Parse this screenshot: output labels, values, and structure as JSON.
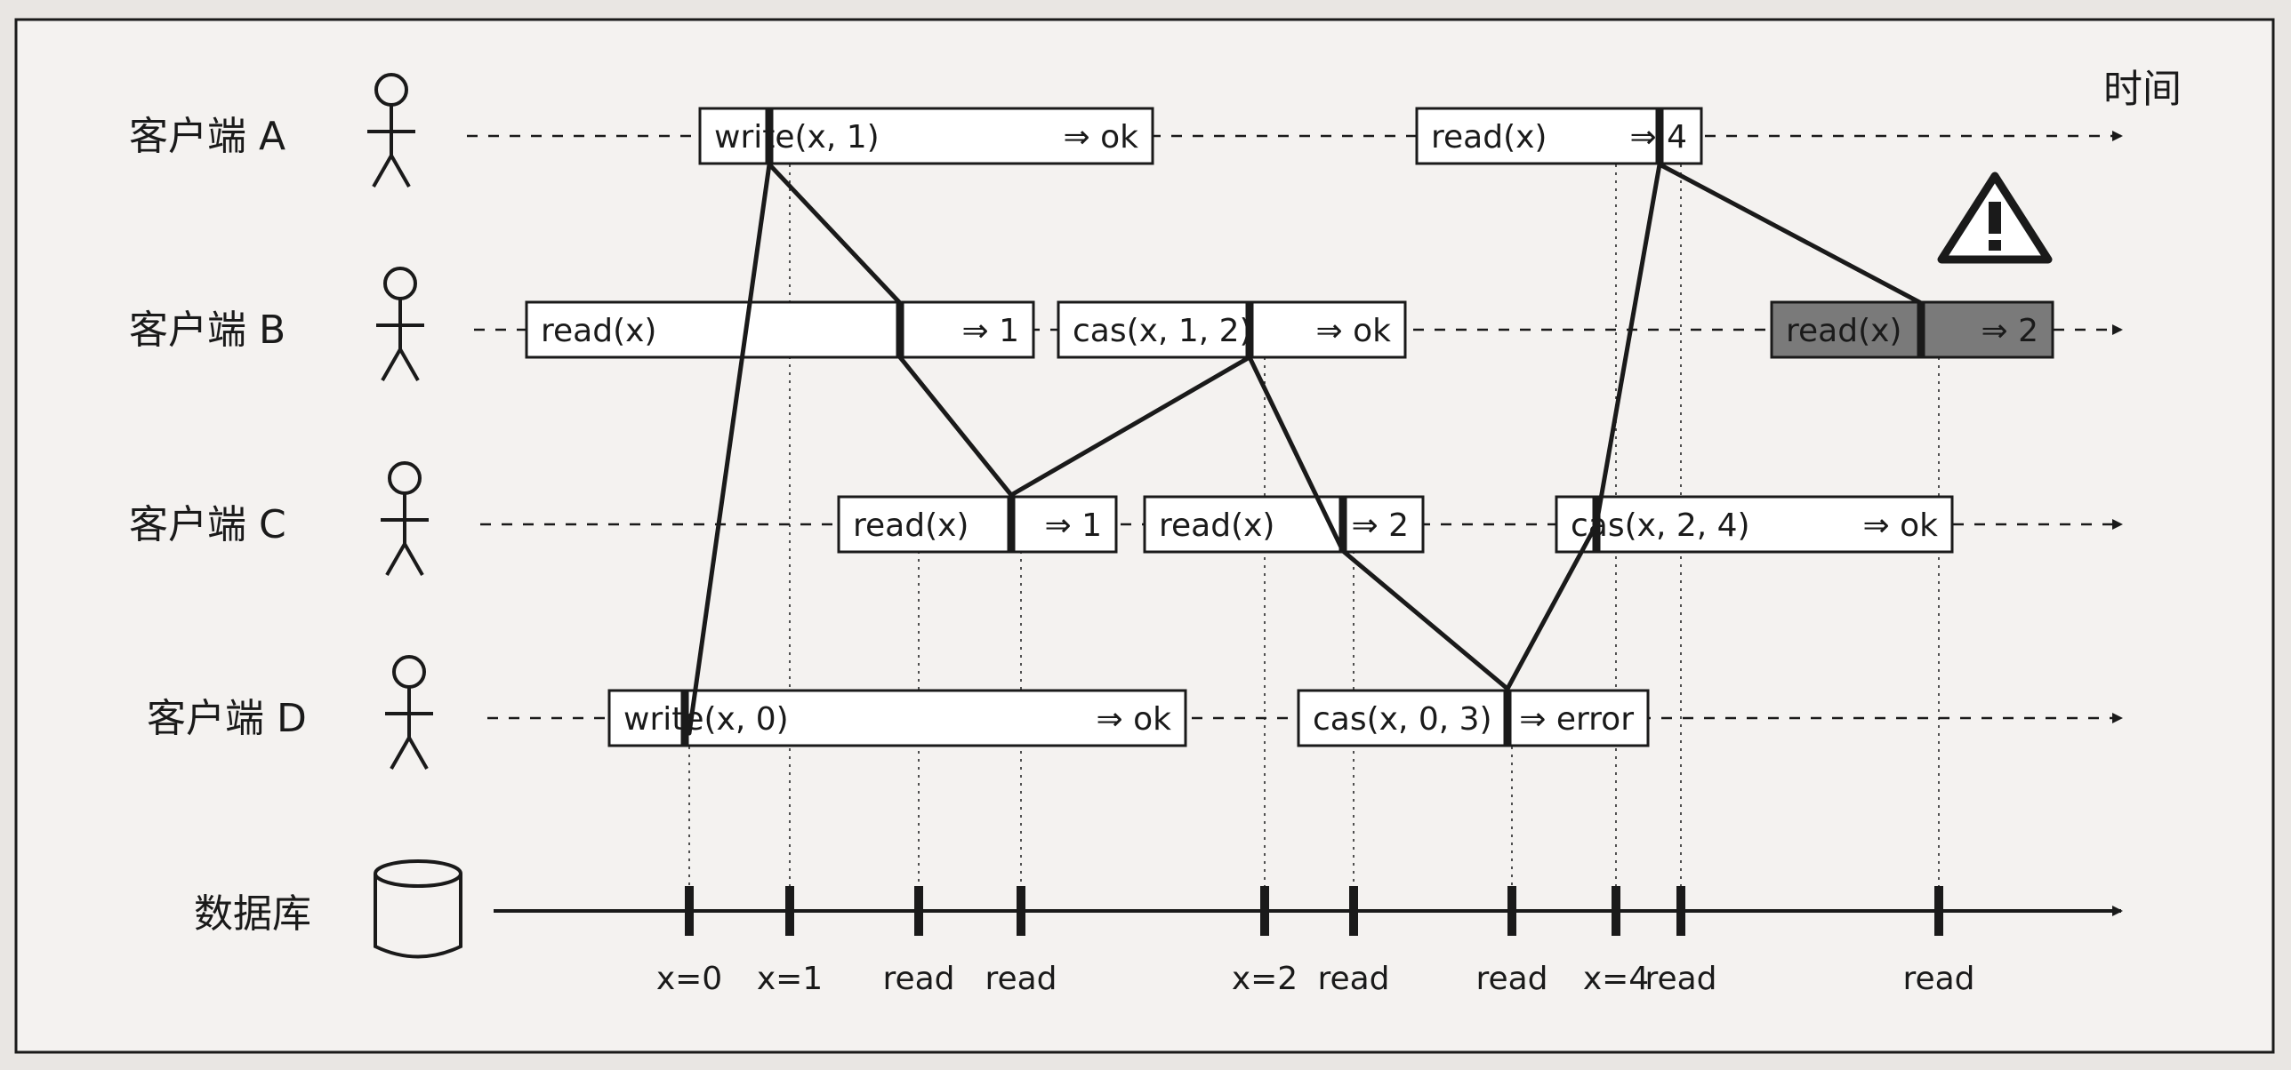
{
  "time_label": "时间",
  "database": {
    "label": "数据库",
    "icon": "database-icon"
  },
  "warning_icon": "warning-icon",
  "colors": {
    "ink": "#1a1a1a",
    "paper": "#e9e6e3",
    "box_fill": "#ffffff",
    "highlight_fill": "#7a7a7a"
  },
  "clients": [
    {
      "id": "A",
      "label": "客户端 A",
      "icon": "person-icon"
    },
    {
      "id": "B",
      "label": "客户端 B",
      "icon": "person-icon"
    },
    {
      "id": "C",
      "label": "客户端 C",
      "icon": "person-icon"
    },
    {
      "id": "D",
      "label": "客户端 D",
      "icon": "person-icon"
    }
  ],
  "operations": [
    {
      "client": "A",
      "request": "write(x, 1)",
      "response": "⇒ ok",
      "highlighted": false
    },
    {
      "client": "A",
      "request": "read(x)",
      "response": "⇒ 4",
      "highlighted": false
    },
    {
      "client": "B",
      "request": "read(x)",
      "response": "⇒ 1",
      "highlighted": false
    },
    {
      "client": "B",
      "request": "cas(x, 1, 2)",
      "response": "⇒ ok",
      "highlighted": false
    },
    {
      "client": "B",
      "request": "read(x)",
      "response": "⇒ 2",
      "highlighted": true
    },
    {
      "client": "C",
      "request": "read(x)",
      "response": "⇒ 1",
      "highlighted": false
    },
    {
      "client": "C",
      "request": "read(x)",
      "response": "⇒ 2",
      "highlighted": false
    },
    {
      "client": "C",
      "request": "cas(x, 2, 4)",
      "response": "⇒ ok",
      "highlighted": false
    },
    {
      "client": "D",
      "request": "write(x, 0)",
      "response": "⇒ ok",
      "highlighted": false
    },
    {
      "client": "D",
      "request": "cas(x, 0, 3)",
      "response": "⇒ error",
      "highlighted": false
    }
  ],
  "db_events": [
    "x=0",
    "x=1",
    "read",
    "read",
    "x=2",
    "read",
    "read",
    "x=4",
    "read",
    "read"
  ]
}
